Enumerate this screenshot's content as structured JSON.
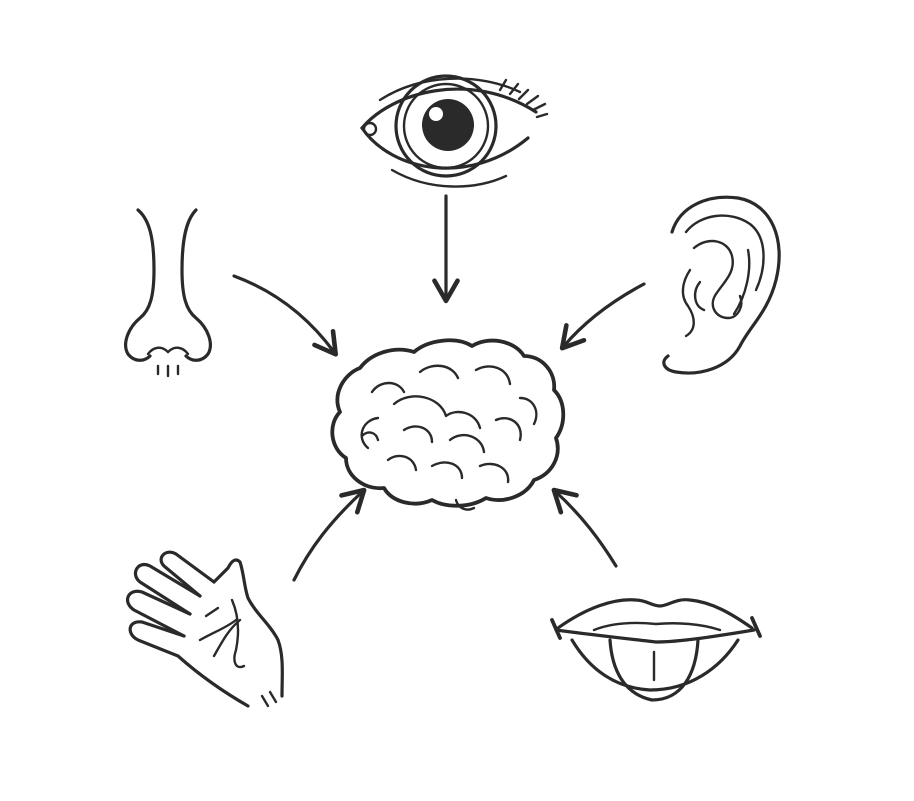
{
  "diagram": {
    "center": {
      "name": "brain",
      "icon": "brain-icon"
    },
    "senses": [
      {
        "name": "sight",
        "icon": "eye-icon"
      },
      {
        "name": "hearing",
        "icon": "ear-icon"
      },
      {
        "name": "taste",
        "icon": "mouth-tongue-icon"
      },
      {
        "name": "touch",
        "icon": "hand-icon"
      },
      {
        "name": "smell",
        "icon": "nose-icon"
      }
    ],
    "arrow_direction": "toward-center",
    "colors": {
      "ink": "#2a2a2a",
      "background": "#ffffff"
    }
  }
}
